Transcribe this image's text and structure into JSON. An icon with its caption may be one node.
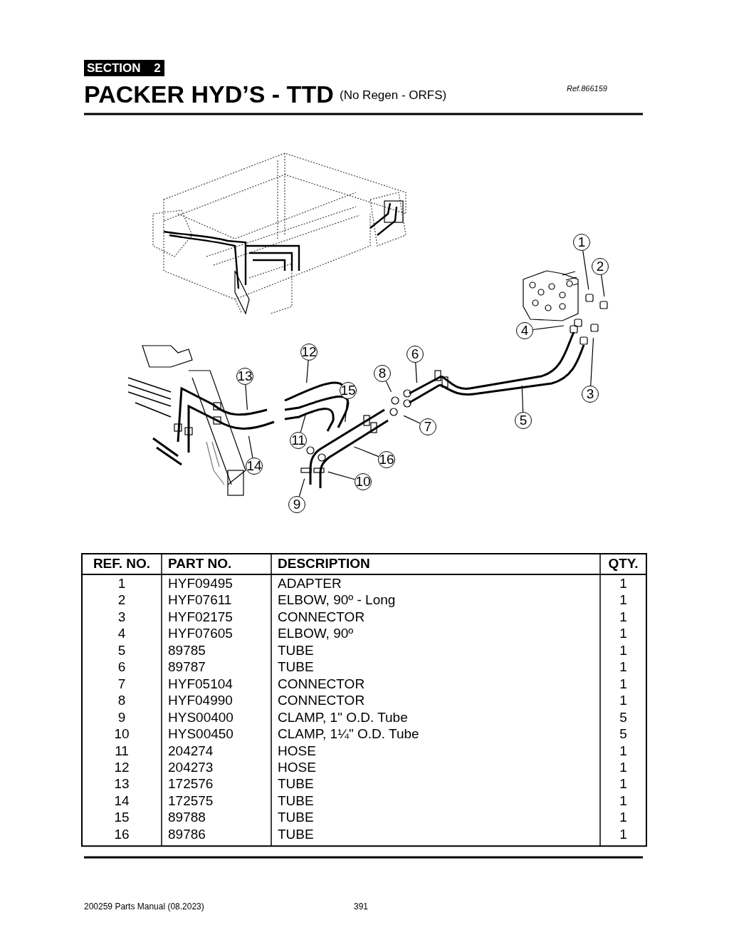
{
  "diagram": {
    "title": "PACKER HYD’S - TTD",
    "nodes": [
      {
        "text": [
          "1"
        ]
      },
      {
        "text": [
          "2"
        ]
      },
      {
        "text": [
          "3"
        ]
      },
      {
        "text": [
          "4"
        ]
      },
      {
        "text": [
          "5"
        ]
      },
      {
        "text": [
          "6"
        ]
      },
      {
        "text": [
          "7"
        ]
      },
      {
        "text": [
          "8"
        ]
      },
      {
        "text": [
          "9"
        ]
      },
      {
        "text": [
          "10"
        ]
      },
      {
        "text": [
          "11"
        ]
      },
      {
        "text": [
          "12"
        ]
      },
      {
        "text": [
          "13"
        ]
      },
      {
        "text": [
          "14"
        ]
      },
      {
        "text": [
          "15"
        ]
      },
      {
        "text": [
          "16"
        ]
      }
    ],
    "edges": [
      {
        "from": 0,
        "to": null,
        "arrow": "none"
      },
      {
        "from": 1,
        "to": null,
        "arrow": "none"
      },
      {
        "from": 2,
        "to": null,
        "arrow": "none"
      },
      {
        "from": 3,
        "to": null,
        "arrow": "none"
      },
      {
        "from": 4,
        "to": null,
        "arrow": "none"
      },
      {
        "from": 5,
        "to": null,
        "arrow": "none"
      },
      {
        "from": 6,
        "to": null,
        "arrow": "none"
      },
      {
        "from": 7,
        "to": null,
        "arrow": "none"
      },
      {
        "from": 8,
        "to": null,
        "arrow": "none"
      },
      {
        "from": 9,
        "to": null,
        "arrow": "none"
      },
      {
        "from": 10,
        "to": null,
        "arrow": "none"
      },
      {
        "from": 11,
        "to": null,
        "arrow": "none"
      },
      {
        "from": 12,
        "to": null,
        "arrow": "none"
      },
      {
        "from": 13,
        "to": null,
        "arrow": "none"
      },
      {
        "from": 14,
        "to": null,
        "arrow": "none"
      },
      {
        "from": 15,
        "to": null,
        "arrow": "none"
      }
    ],
    "labels": [
      "SECTION 2",
      "(No Regen - ORFS)",
      "Ref.866159",
      "REF. NO.",
      "PART NO.",
      "DESCRIPTION",
      "QTY.",
      "1",
      "HYF09495",
      "ADAPTER",
      "1",
      "2",
      "HYF07611",
      "ELBOW, 90º - Long",
      "1",
      "3",
      "HYF02175",
      "CONNECTOR",
      "1",
      "4",
      "HYF07605",
      "ELBOW, 90º",
      "1",
      "5",
      "89785",
      "TUBE",
      "1",
      "6",
      "89787",
      "TUBE",
      "1",
      "7",
      "HYF05104",
      "CONNECTOR",
      "1",
      "8",
      "HYF04990",
      "CONNECTOR",
      "1",
      "9",
      "HYS00400",
      "CLAMP, 1\" O.D. Tube",
      "5",
      "10",
      "HYS00450",
      "CLAMP, 1¼\" O.D. Tube",
      "5",
      "11",
      "204274",
      "HOSE",
      "1",
      "12",
      "204273",
      "HOSE",
      "1",
      "13",
      "172576",
      "TUBE",
      "1",
      "14",
      "172575",
      "TUBE",
      "1",
      "15",
      "89788",
      "TUBE",
      "1",
      "16",
      "89786",
      "TUBE",
      "1",
      "200259 Parts Manual (08.2023)",
      "391"
    ]
  }
}
